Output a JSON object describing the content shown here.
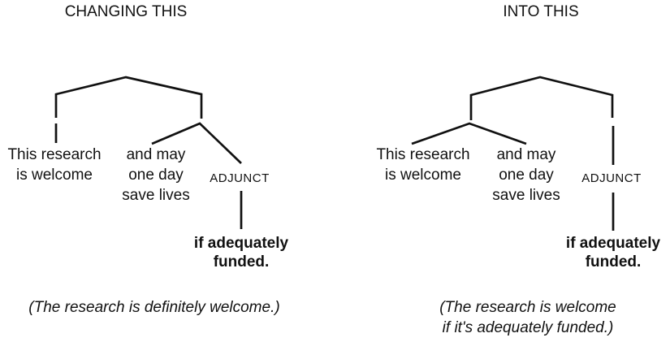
{
  "colors": {
    "background": "#ffffff",
    "ink": "#111111"
  },
  "panels": [
    {
      "title": "CHANGING THIS",
      "tree": {
        "leaf1": [
          "This research",
          "is welcome"
        ],
        "leaf2": [
          "and may",
          "one day",
          "save lives"
        ],
        "adjunct_label": "ADJUNCT",
        "adjunct_phrase": [
          "if adequately",
          "funded."
        ]
      },
      "caption": [
        "(The research is definitely welcome.)",
        ""
      ]
    },
    {
      "title": "INTO THIS",
      "tree": {
        "leaf1": [
          "This research",
          "is welcome"
        ],
        "leaf2": [
          "and may",
          "one day",
          "save lives"
        ],
        "adjunct_label": "ADJUNCT",
        "adjunct_phrase": [
          "if adequately",
          "funded."
        ]
      },
      "caption": [
        "(The research is welcome",
        "if it's adequately funded.)"
      ]
    }
  ]
}
